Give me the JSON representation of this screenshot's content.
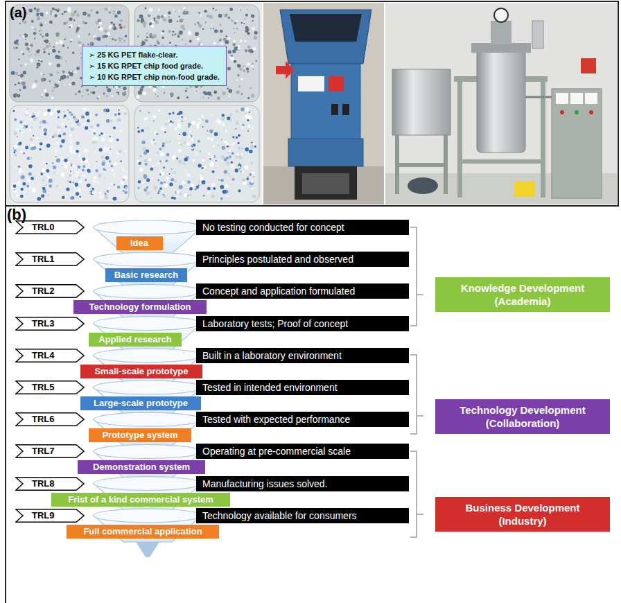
{
  "diagram": {
    "nodes": [
      {
        "text": [
          "➢ 25 KG PET flake-clear.",
          "➢ 15 KG RPET chip food grade.",
          "➢ 10 KG RPET chip non-food grade."
        ]
      },
      {
        "text": [
          "TRL0"
        ]
      },
      {
        "text": [
          "No testing conducted for concept"
        ]
      },
      {
        "text": [
          "Idea"
        ]
      },
      {
        "text": [
          "TRL1"
        ]
      },
      {
        "text": [
          "Principles postulated and observed"
        ]
      },
      {
        "text": [
          "Basic research"
        ]
      },
      {
        "text": [
          "TRL2"
        ]
      },
      {
        "text": [
          "Concept and application formulated"
        ]
      },
      {
        "text": [
          "Technology formulation"
        ]
      },
      {
        "text": [
          "TRL3"
        ]
      },
      {
        "text": [
          "Laboratory tests; Proof of concept"
        ]
      },
      {
        "text": [
          "Applied research"
        ]
      },
      {
        "text": [
          "TRL4"
        ]
      },
      {
        "text": [
          "Built in a laboratory environment"
        ]
      },
      {
        "text": [
          "Small-scale prototype"
        ]
      },
      {
        "text": [
          "TRL5"
        ]
      },
      {
        "text": [
          "Tested in intended environment"
        ]
      },
      {
        "text": [
          "Large-scale prototype"
        ]
      },
      {
        "text": [
          "TRL6"
        ]
      },
      {
        "text": [
          "Tested with expected performance"
        ]
      },
      {
        "text": [
          "Prototype system"
        ]
      },
      {
        "text": [
          "TRL7"
        ]
      },
      {
        "text": [
          "Operating at pre-commercial scale"
        ]
      },
      {
        "text": [
          "Demonstration system"
        ]
      },
      {
        "text": [
          "TRL8"
        ]
      },
      {
        "text": [
          "Manufacturing issues solved."
        ]
      },
      {
        "text": [
          "Frist of a kind commercial system"
        ]
      },
      {
        "text": [
          "TRL9"
        ]
      },
      {
        "text": [
          "Technology available for consumers"
        ]
      },
      {
        "text": [
          "Full commercial application"
        ]
      },
      {
        "text": [
          "Knowledge Development (Academia)"
        ]
      },
      {
        "text": [
          "Technology Development (Collaboration)"
        ]
      },
      {
        "text": [
          "Business Development (Industry)"
        ]
      }
    ],
    "labels": [
      "(a)",
      "(b)"
    ]
  }
}
